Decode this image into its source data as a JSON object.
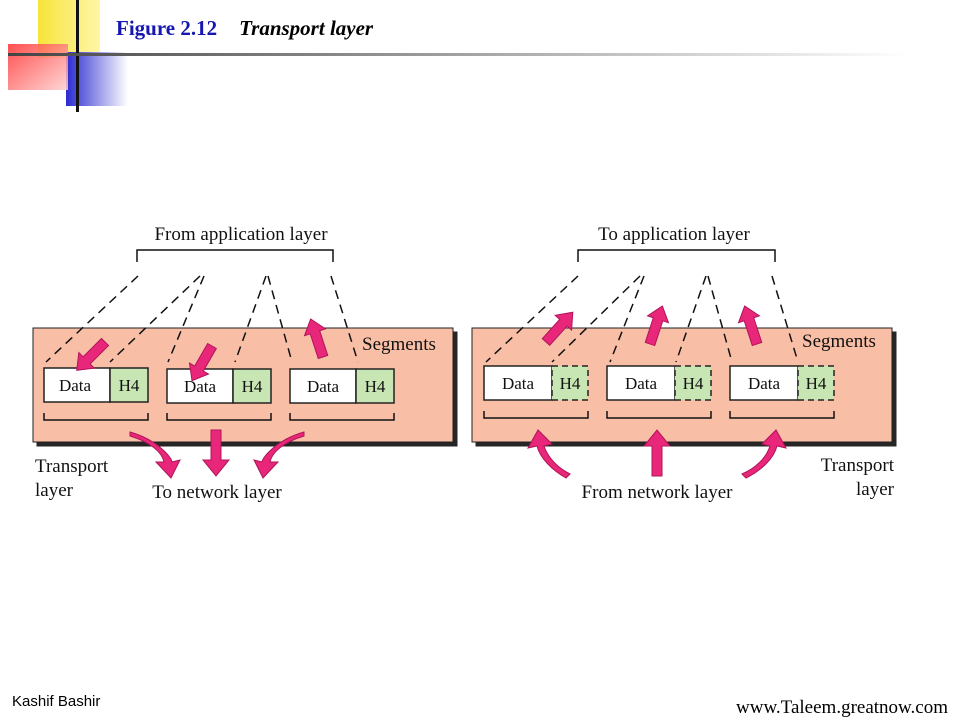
{
  "slide": {
    "figure_number": "Figure 2.12",
    "figure_title": "Transport layer",
    "footer_left": "Kashif Bashir",
    "footer_right": "www.Taleem.greatnow.com"
  },
  "colors": {
    "panel_fill": "#f9bfa6",
    "header_fill": "#c8e6b4",
    "arrow_fill": "#e8277a",
    "title_number_color": "#1616b0"
  },
  "diagram": {
    "sender": {
      "top_label": "From application layer",
      "bottom_label": "To network layer",
      "panel_label": "Segments",
      "side_label_line1": "Transport",
      "side_label_line2": "layer",
      "segments": [
        {
          "data": "Data",
          "header": "H4"
        },
        {
          "data": "Data",
          "header": "H4"
        },
        {
          "data": "Data",
          "header": "H4"
        }
      ]
    },
    "receiver": {
      "top_label": "To application layer",
      "bottom_label": "From network layer",
      "panel_label": "Segments",
      "side_label_line1": "Transport",
      "side_label_line2": "layer",
      "segments": [
        {
          "data": "Data",
          "header": "H4"
        },
        {
          "data": "Data",
          "header": "H4"
        },
        {
          "data": "Data",
          "header": "H4"
        }
      ]
    }
  }
}
